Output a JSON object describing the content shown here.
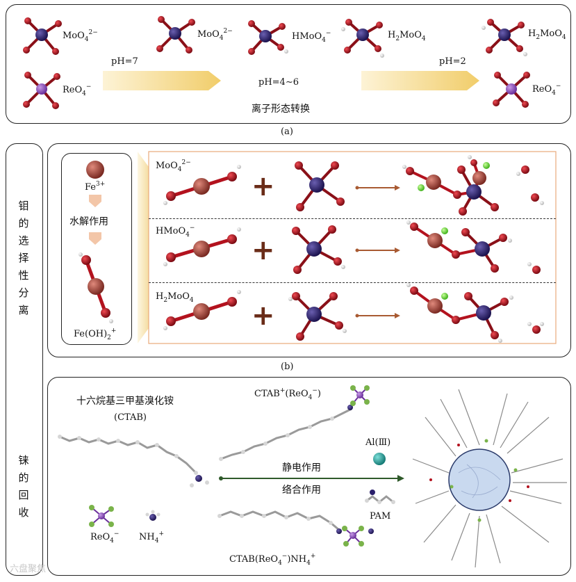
{
  "panel_a": {
    "species": {
      "moo4_top": {
        "base": "MoO",
        "sub": "4",
        "sup": "2−"
      },
      "reo4_left": {
        "base": "ReO",
        "sub": "4",
        "sup": "−"
      },
      "moo4_mid": {
        "base": "MoO",
        "sub": "4",
        "sup": "2−"
      },
      "hmoo4": {
        "base": "HMoO",
        "sub": "4",
        "sup": "−"
      },
      "h2moo4_mid": {
        "pre": "H",
        "pre_sub": "2",
        "base": "MoO",
        "sub": "4"
      },
      "h2moo4_right": {
        "pre": "H",
        "pre_sub": "2",
        "base": "MoO",
        "sub": "4"
      },
      "reo4_right": {
        "base": "ReO",
        "sub": "4",
        "sup": "−"
      }
    },
    "ph7": "pH=7",
    "ph46": "pH=4∼6",
    "ph2": "pH=2",
    "title": "离子形态转换",
    "caption": "(a)"
  },
  "side": {
    "top_label": [
      "钼",
      "的",
      "选",
      "择",
      "性",
      "分",
      "离"
    ],
    "bottom_label": [
      "铼",
      "的",
      "回",
      "收"
    ]
  },
  "panel_b": {
    "fe3": {
      "base": "Fe",
      "sup": "3+"
    },
    "hydrolysis": "水解作用",
    "feoh2": {
      "base": "Fe(OH)",
      "sub": "2",
      "sup": "+"
    },
    "rows": [
      {
        "base": "MoO",
        "sub": "4",
        "sup": "2−",
        "pre": "",
        "pre_sub": ""
      },
      {
        "base": "HMoO",
        "sub": "4",
        "sup": "−",
        "pre": "",
        "pre_sub": ""
      },
      {
        "base": "MoO",
        "sub": "4",
        "sup": "",
        "pre": "H",
        "pre_sub": "2"
      }
    ],
    "plus": "+",
    "caption": "(b)"
  },
  "panel_c": {
    "ctab_name": "十六烷基三甲基溴化铵",
    "ctab_abbr": "(CTAB)",
    "ctab_reo4": {
      "a": "CTAB",
      "a_sup": "+",
      "b": "(ReO",
      "b_sub": "4",
      "b_sup": "−",
      "c": ")"
    },
    "al3": "Al(Ⅲ)",
    "electrostatic": "静电作用",
    "complexation": "络合作用",
    "pam": "PAM",
    "reo4": {
      "base": "ReO",
      "sub": "4",
      "sup": "−"
    },
    "nh4": {
      "base": "NH",
      "sub": "4",
      "sup": "+"
    },
    "ctab_reo4_nh4": {
      "a": "CTAB(ReO",
      "a_sub": "4",
      "a_sup": "−",
      "b": ")NH",
      "b_sub": "4",
      "b_sup": "+"
    }
  },
  "watermark": "六盘聚焦",
  "colors": {
    "mo_atom": "#2a1f6b",
    "o_atom": "#b3121e",
    "re_atom": "#8a4fc0",
    "fe_atom": "#a8463c",
    "cl_atom": "#7fe23c",
    "al_atom": "#2a9a95",
    "arrow_fill": "#f3d27a",
    "reaction_arrow": "#a85a32",
    "green_arrow": "#2f5a2a",
    "micelle": "#c9d9ef"
  }
}
